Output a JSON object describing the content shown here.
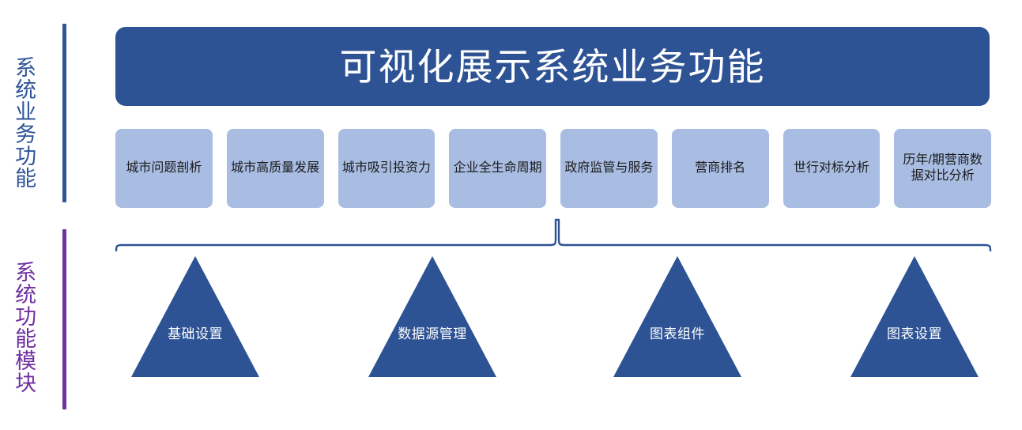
{
  "sections": [
    {
      "label": "系统业务功能",
      "color": "#2F5597"
    },
    {
      "label": "系统功能模块",
      "color": "#7030A0"
    }
  ],
  "banner": {
    "title": "可视化展示系统业务功能",
    "fill": "#2E5394",
    "text_color": "#FFFFFF"
  },
  "features": {
    "fill": "#A9BDE3",
    "items": [
      {
        "label": "城市问题剖析"
      },
      {
        "label": "城市高质量发展"
      },
      {
        "label": "城市吸引投资力"
      },
      {
        "label": "企业全生命周期"
      },
      {
        "label": "政府监管与服务"
      },
      {
        "label": "营商排名"
      },
      {
        "label": "世行对标分析"
      },
      {
        "label": "历年/期营商数据对比分析"
      }
    ]
  },
  "brace": {
    "color": "#2E5394",
    "shape": "curly-brace-up"
  },
  "modules": {
    "fill": "#2E5394",
    "text_color": "#FFFFFF",
    "items": [
      {
        "label": "基础设置"
      },
      {
        "label": "数据源管理"
      },
      {
        "label": "图表组件"
      },
      {
        "label": "图表设置"
      }
    ]
  }
}
